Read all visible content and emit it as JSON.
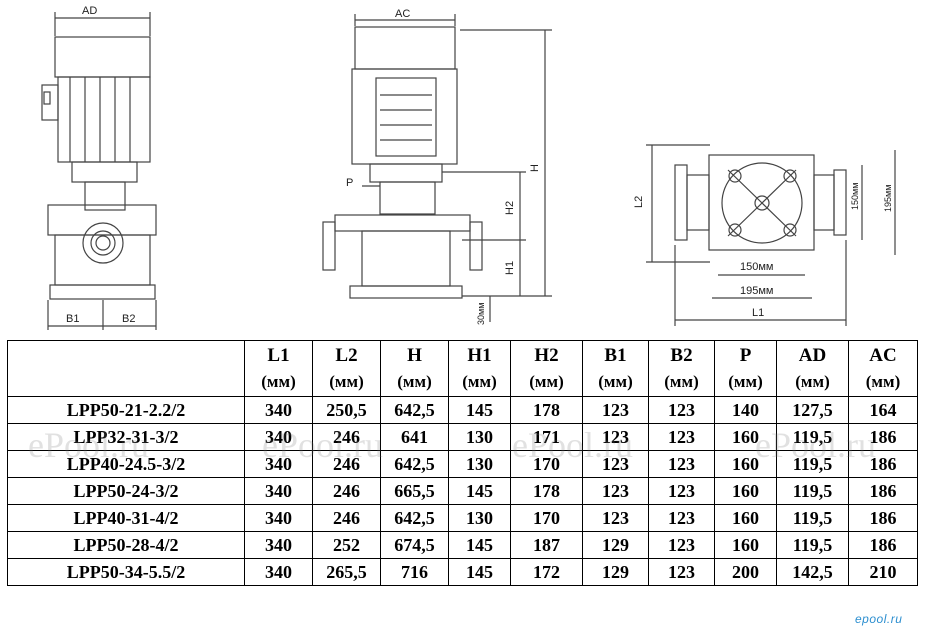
{
  "drawing_labels": {
    "front": {
      "AD": "AD",
      "B1": "B1",
      "B2": "B2"
    },
    "side": {
      "AC": "AC",
      "H": "H",
      "H1": "H1",
      "H2": "H2",
      "P": "P",
      "mm30": "30мм"
    },
    "top": {
      "L1": "L1",
      "L2": "L2",
      "mm150h": "150мм",
      "mm195h": "195мм",
      "mm150v": "150мм",
      "mm195v": "195мм"
    }
  },
  "table": {
    "columns": [
      {
        "label": "",
        "unit": ""
      },
      {
        "label": "L1",
        "unit": "(мм)"
      },
      {
        "label": "L2",
        "unit": "(мм)"
      },
      {
        "label": "H",
        "unit": "(мм)"
      },
      {
        "label": "H1",
        "unit": "(мм)"
      },
      {
        "label": "H2",
        "unit": "(мм)"
      },
      {
        "label": "B1",
        "unit": "(мм)"
      },
      {
        "label": "B2",
        "unit": "(мм)"
      },
      {
        "label": "P",
        "unit": "(мм)"
      },
      {
        "label": "AD",
        "unit": "(мм)"
      },
      {
        "label": "AC",
        "unit": "(мм)"
      }
    ],
    "rows": [
      [
        "LPP50-21-2.2/2",
        "340",
        "250,5",
        "642,5",
        "145",
        "178",
        "123",
        "123",
        "140",
        "127,5",
        "164"
      ],
      [
        "LPP32-31-3/2",
        "340",
        "246",
        "641",
        "130",
        "171",
        "123",
        "123",
        "160",
        "119,5",
        "186"
      ],
      [
        "LPP40-24.5-3/2",
        "340",
        "246",
        "642,5",
        "130",
        "170",
        "123",
        "123",
        "160",
        "119,5",
        "186"
      ],
      [
        "LPP50-24-3/2",
        "340",
        "246",
        "665,5",
        "145",
        "178",
        "123",
        "123",
        "160",
        "119,5",
        "186"
      ],
      [
        "LPP40-31-4/2",
        "340",
        "246",
        "642,5",
        "130",
        "170",
        "123",
        "123",
        "160",
        "119,5",
        "186"
      ],
      [
        "LPP50-28-4/2",
        "340",
        "252",
        "674,5",
        "145",
        "187",
        "129",
        "123",
        "160",
        "119,5",
        "186"
      ],
      [
        "LPP50-34-5.5/2",
        "340",
        "265,5",
        "716",
        "145",
        "172",
        "129",
        "123",
        "200",
        "142,5",
        "210"
      ]
    ]
  },
  "watermarks": [
    "ePool.ru",
    "ePool.ru",
    "ePool.ru",
    "ePool.ru"
  ],
  "brand": "epool.ru",
  "colors": {
    "brand": "#2d8fd0",
    "line": "#444444"
  }
}
